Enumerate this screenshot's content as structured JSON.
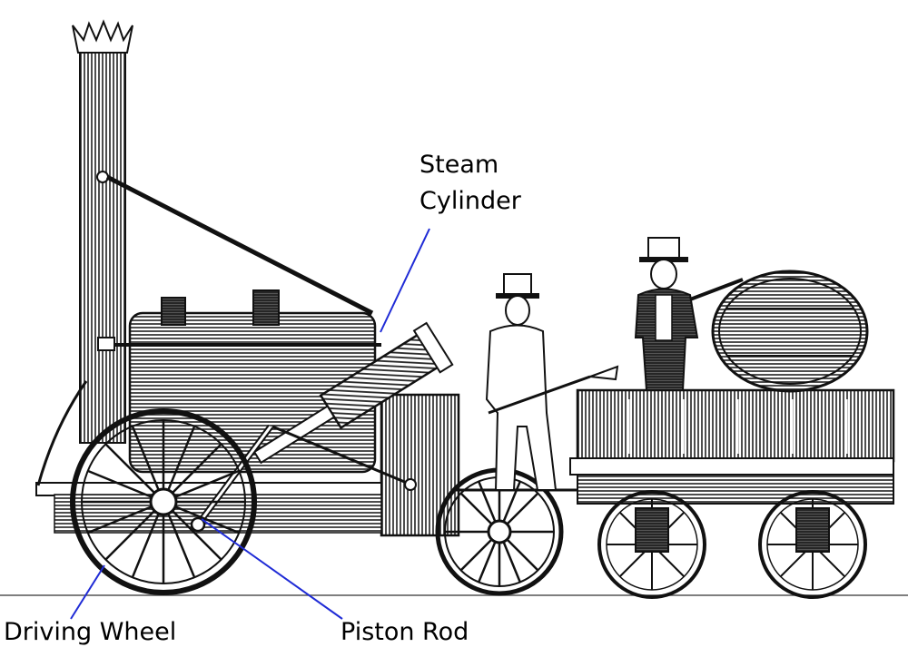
{
  "labels": {
    "steam_cylinder_line1": "Steam",
    "steam_cylinder_line2": "Cylinder",
    "driving_wheel": "Driving Wheel",
    "piston_rod": "Piston Rod"
  },
  "colors": {
    "ink": "#1a1a1a",
    "leader_line": "#1f2bd6",
    "background": "#ffffff"
  }
}
